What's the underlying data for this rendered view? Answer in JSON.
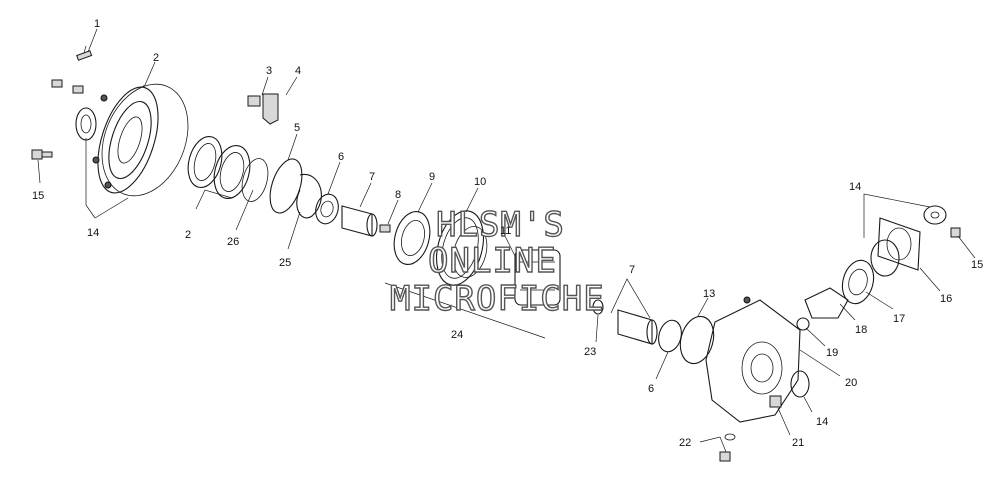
{
  "watermark": {
    "line1": "HLSM'S",
    "line2": "ONLINE",
    "line3": "MICROFICHE"
  },
  "callouts": [
    "1",
    "2",
    "3",
    "4",
    "5",
    "6",
    "7",
    "8",
    "9",
    "10",
    "11",
    "14",
    "2",
    "26",
    "25",
    "15",
    "24",
    "23",
    "7",
    "13",
    "6",
    "14",
    "15",
    "16",
    "17",
    "18",
    "19",
    "20",
    "14",
    "21",
    "22"
  ],
  "colors": {
    "ink": "#1a1a1a",
    "background": "#ffffff",
    "watermark_stroke": "#555555"
  }
}
